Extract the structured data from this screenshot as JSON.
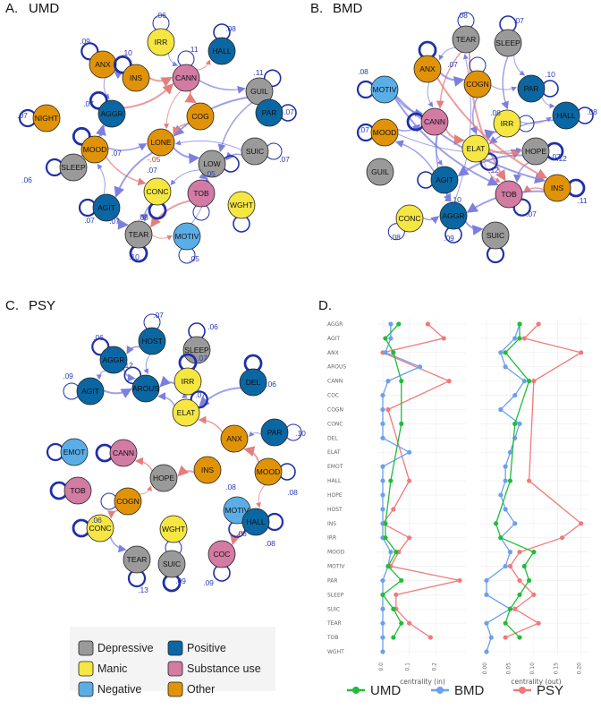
{
  "panels": {
    "A": {
      "letter": "A.",
      "title": "UMD"
    },
    "B": {
      "letter": "B.",
      "title": "BMD"
    },
    "C": {
      "letter": "C.",
      "title": "PSY"
    },
    "D": {
      "letter": "D."
    }
  },
  "colors": {
    "Depressive": "#9a9a9a",
    "Manic": "#f5e642",
    "Negative": "#5aaee8",
    "Positive": "#0a67a3",
    "Substance use": "#d27ba3",
    "Other": "#e19307",
    "edge_pos": "#7c7fe0",
    "edge_neg": "#e47e7e",
    "self_loop": "#1f2fa8",
    "UMD": "#1fbd3a",
    "BMD": "#6c9ff0",
    "PSY": "#f07a7a"
  },
  "node_groups": {
    "AGGR": "Positive",
    "AGIT": "Positive",
    "ANX": "Other",
    "AROUS": "Positive",
    "CANN": "Substance use",
    "COC": "Substance use",
    "COG": "Other",
    "COGN": "Other",
    "CONC": "Manic",
    "DEL": "Positive",
    "ELAT": "Manic",
    "EMOT": "Negative",
    "GUIL": "Depressive",
    "HALL": "Positive",
    "HOPE": "Depressive",
    "HOST": "Positive",
    "INS": "Other",
    "IRR": "Manic",
    "LONE": "Other",
    "LOW": "Depressive",
    "MOOD": "Other",
    "MOTIV": "Negative",
    "NIGHT": "Other",
    "PAR": "Positive",
    "SLEEP": "Depressive",
    "SUIC": "Depressive",
    "TEAR": "Depressive",
    "TOB": "Substance use",
    "WGHT": "Manic"
  },
  "networks": {
    "UMD": {
      "nodes": [
        "IRR",
        "HALL",
        "ANX",
        "INS",
        "CANN",
        "GUIL",
        "NIGHT",
        "AGGR",
        "COG",
        "PAR",
        "LONE",
        "MOOD",
        "SUIC",
        "LOW",
        "SLEEP",
        "CONC",
        "TOB",
        "WGHT",
        "AGIT",
        "TEAR",
        "MOTIV"
      ],
      "edge_weights": [
        ".06",
        ".08",
        ".09",
        ".10",
        ".11",
        ".11",
        ".07",
        ".07",
        ".07",
        ".07",
        ".07",
        "-.05",
        ".07",
        ".05",
        ".06",
        ".08",
        ".07",
        ".07",
        ".10",
        ".05"
      ]
    },
    "BMD": {
      "nodes": [
        "TEAR",
        "SLEEP",
        "MOTIV",
        "ANX",
        "COGN",
        "PAR",
        "MOOD",
        "CANN",
        "IRR",
        "HALL",
        "ELAT",
        "HOPE",
        "GUIL",
        "AGIT",
        "TOB",
        "INS",
        "CONC",
        "AGGR",
        "SUIC"
      ],
      "edge_weights": [
        ".08",
        ".07",
        ".08",
        ".07",
        ".10",
        ".08",
        ".07",
        ".08",
        ".12",
        ".12",
        ".11",
        ".10",
        ".08",
        ".09",
        ".07",
        ".07"
      ]
    },
    "PSY": {
      "nodes": [
        "HOST",
        "SLEEP",
        "AGGR",
        "IRR",
        "AGIT",
        "AROUS",
        "ELAT",
        "DEL",
        "PAR",
        "ANX",
        "EMOT",
        "CANN",
        "INS",
        "MOOD",
        "HOPE",
        "TOB",
        "COGN",
        "MOTIV",
        "HALL",
        "CONC",
        "WGHT",
        "COC",
        "TEAR",
        "SUIC"
      ],
      "edge_weights": [
        ".07",
        ".06",
        ".06",
        ".07",
        ".09",
        ".12",
        ".07",
        ".06",
        ".10",
        ".08",
        ".06",
        ".08",
        ".06",
        ".08",
        ".13",
        ".09",
        ".09"
      ]
    }
  },
  "legend": [
    {
      "label": "Depressive",
      "color": "#9a9a9a"
    },
    {
      "label": "Positive",
      "color": "#0a67a3"
    },
    {
      "label": "Manic",
      "color": "#f5e642"
    },
    {
      "label": "Substance use",
      "color": "#d27ba3"
    },
    {
      "label": "Negative",
      "color": "#5aaee8"
    },
    {
      "label": "Other",
      "color": "#e19307"
    }
  ],
  "chart_data": {
    "type": "line",
    "categories": [
      "AGGR",
      "AGIT",
      "ANX",
      "AROUS",
      "CANN",
      "COC",
      "COGN",
      "CONC",
      "DEL",
      "ELAT",
      "EMOT",
      "HALL",
      "HOPE",
      "HOST",
      "INS",
      "IRR",
      "MOOD",
      "MOTIV",
      "PAR",
      "SLEEP",
      "SUIC",
      "TEAR",
      "TOB",
      "WGHT"
    ],
    "panels": [
      {
        "xlabel": "centrality (in)",
        "xticks": [
          "0.0",
          "0.1",
          "0.2"
        ],
        "xlim": [
          0,
          0.3
        ],
        "series": [
          {
            "name": "UMD",
            "values": [
              0.06,
              0.01,
              0.04,
              null,
              0.07,
              null,
              null,
              0.07,
              null,
              null,
              null,
              0.03,
              null,
              null,
              0.01,
              0.01,
              0.05,
              0.02,
              0.07,
              0.0,
              0.04,
              0.07,
              0.04,
              null
            ]
          },
          {
            "name": "BMD",
            "values": [
              0.03,
              0.03,
              0.01,
              0.14,
              0.02,
              0.0,
              0.0,
              0.0,
              0.0,
              0.1,
              0.0,
              0.0,
              0.0,
              0.0,
              0.0,
              0.0,
              0.03,
              0.02,
              0.0,
              0.0,
              0.0,
              0.0,
              0.0,
              0.0
            ]
          },
          {
            "name": "PSY",
            "values": [
              0.17,
              0.23,
              0.0,
              null,
              0.25,
              null,
              0.02,
              null,
              null,
              null,
              null,
              0.1,
              null,
              0.04,
              0.0,
              0.1,
              0.06,
              0.03,
              0.29,
              0.05,
              0.05,
              0.1,
              0.18,
              null
            ]
          }
        ]
      },
      {
        "xlabel": "centrality (out)",
        "xticks": [
          "0.00",
          "0.05",
          "0.10",
          "0.15",
          "0.20"
        ],
        "xlim": [
          0,
          0.21
        ],
        "series": [
          {
            "name": "UMD",
            "values": [
              0.07,
              0.07,
              0.04,
              null,
              0.09,
              null,
              null,
              0.06,
              null,
              null,
              null,
              0.05,
              null,
              null,
              0.02,
              0.03,
              0.1,
              0.08,
              0.09,
              0.07,
              0.05,
              0.04,
              0.07,
              null
            ]
          },
          {
            "name": "BMD",
            "values": [
              0.07,
              0.06,
              0.03,
              0.04,
              0.08,
              0.06,
              0.03,
              0.07,
              0.06,
              0.05,
              0.04,
              0.04,
              0.03,
              0.04,
              0.06,
              0.03,
              0.05,
              0.04,
              0.0,
              0.0,
              0.05,
              0.0,
              0.01,
              0.0
            ]
          },
          {
            "name": "PSY",
            "values": [
              0.11,
              0.08,
              0.2,
              null,
              0.1,
              null,
              null,
              null,
              null,
              null,
              null,
              0.09,
              null,
              null,
              0.2,
              0.16,
              0.07,
              0.05,
              0.07,
              0.1,
              0.06,
              0.11,
              0.04,
              null
            ]
          }
        ]
      }
    ],
    "legend": [
      "UMD",
      "BMD",
      "PSY"
    ]
  }
}
